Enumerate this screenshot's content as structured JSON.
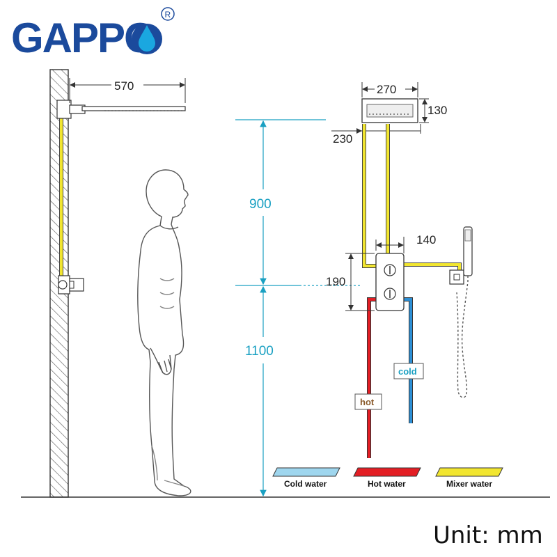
{
  "brand": {
    "name": "GAPPO",
    "registered_mark": "R"
  },
  "dimensions": {
    "arm_length": "570",
    "head_width": "270",
    "head_height": "130",
    "head_offset": "230",
    "head_to_valve": "900",
    "valve_to_floor": "1100",
    "valve_height": "190",
    "valve_to_handshower": "140"
  },
  "pipe_labels": {
    "hot": "hot",
    "cold": "cold"
  },
  "legend": {
    "cold": {
      "label": "Cold water",
      "color": "#9fd6ee"
    },
    "hot": {
      "label": "Hot water",
      "color": "#e31e24"
    },
    "mixer": {
      "label": "Mixer water",
      "color": "#f2e630"
    }
  },
  "colors": {
    "brand": "#1b4a9c",
    "drop": "#1aa7e0",
    "dimension": "#1aa0c2",
    "cold_pipe": "#2d8fd5",
    "hot_pipe": "#e31e24",
    "mixer_pipe": "#f2e630"
  },
  "unit_note": "Unit: mm"
}
